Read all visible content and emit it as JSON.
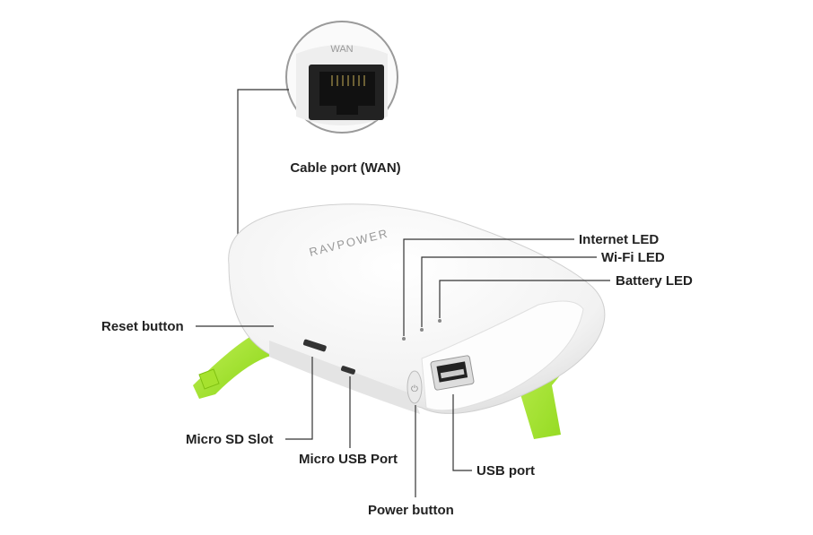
{
  "title": "RAVPower travel router components",
  "inset": {
    "port_label": "WAN",
    "caption": "Cable port (WAN)"
  },
  "device": {
    "brand_logo": "RAVPOWER"
  },
  "callouts": {
    "internet_led": "Internet LED",
    "wifi_led": "Wi-Fi LED",
    "battery_led": "Battery LED",
    "reset_button": "Reset button",
    "micro_sd_slot": "Micro SD Slot",
    "micro_usb_port": "Micro USB Port",
    "usb_port": "USB port",
    "power_button": "Power button"
  },
  "colors": {
    "accent_green": "#9be024",
    "body_white": "#f7f7f7",
    "text": "#222222"
  }
}
